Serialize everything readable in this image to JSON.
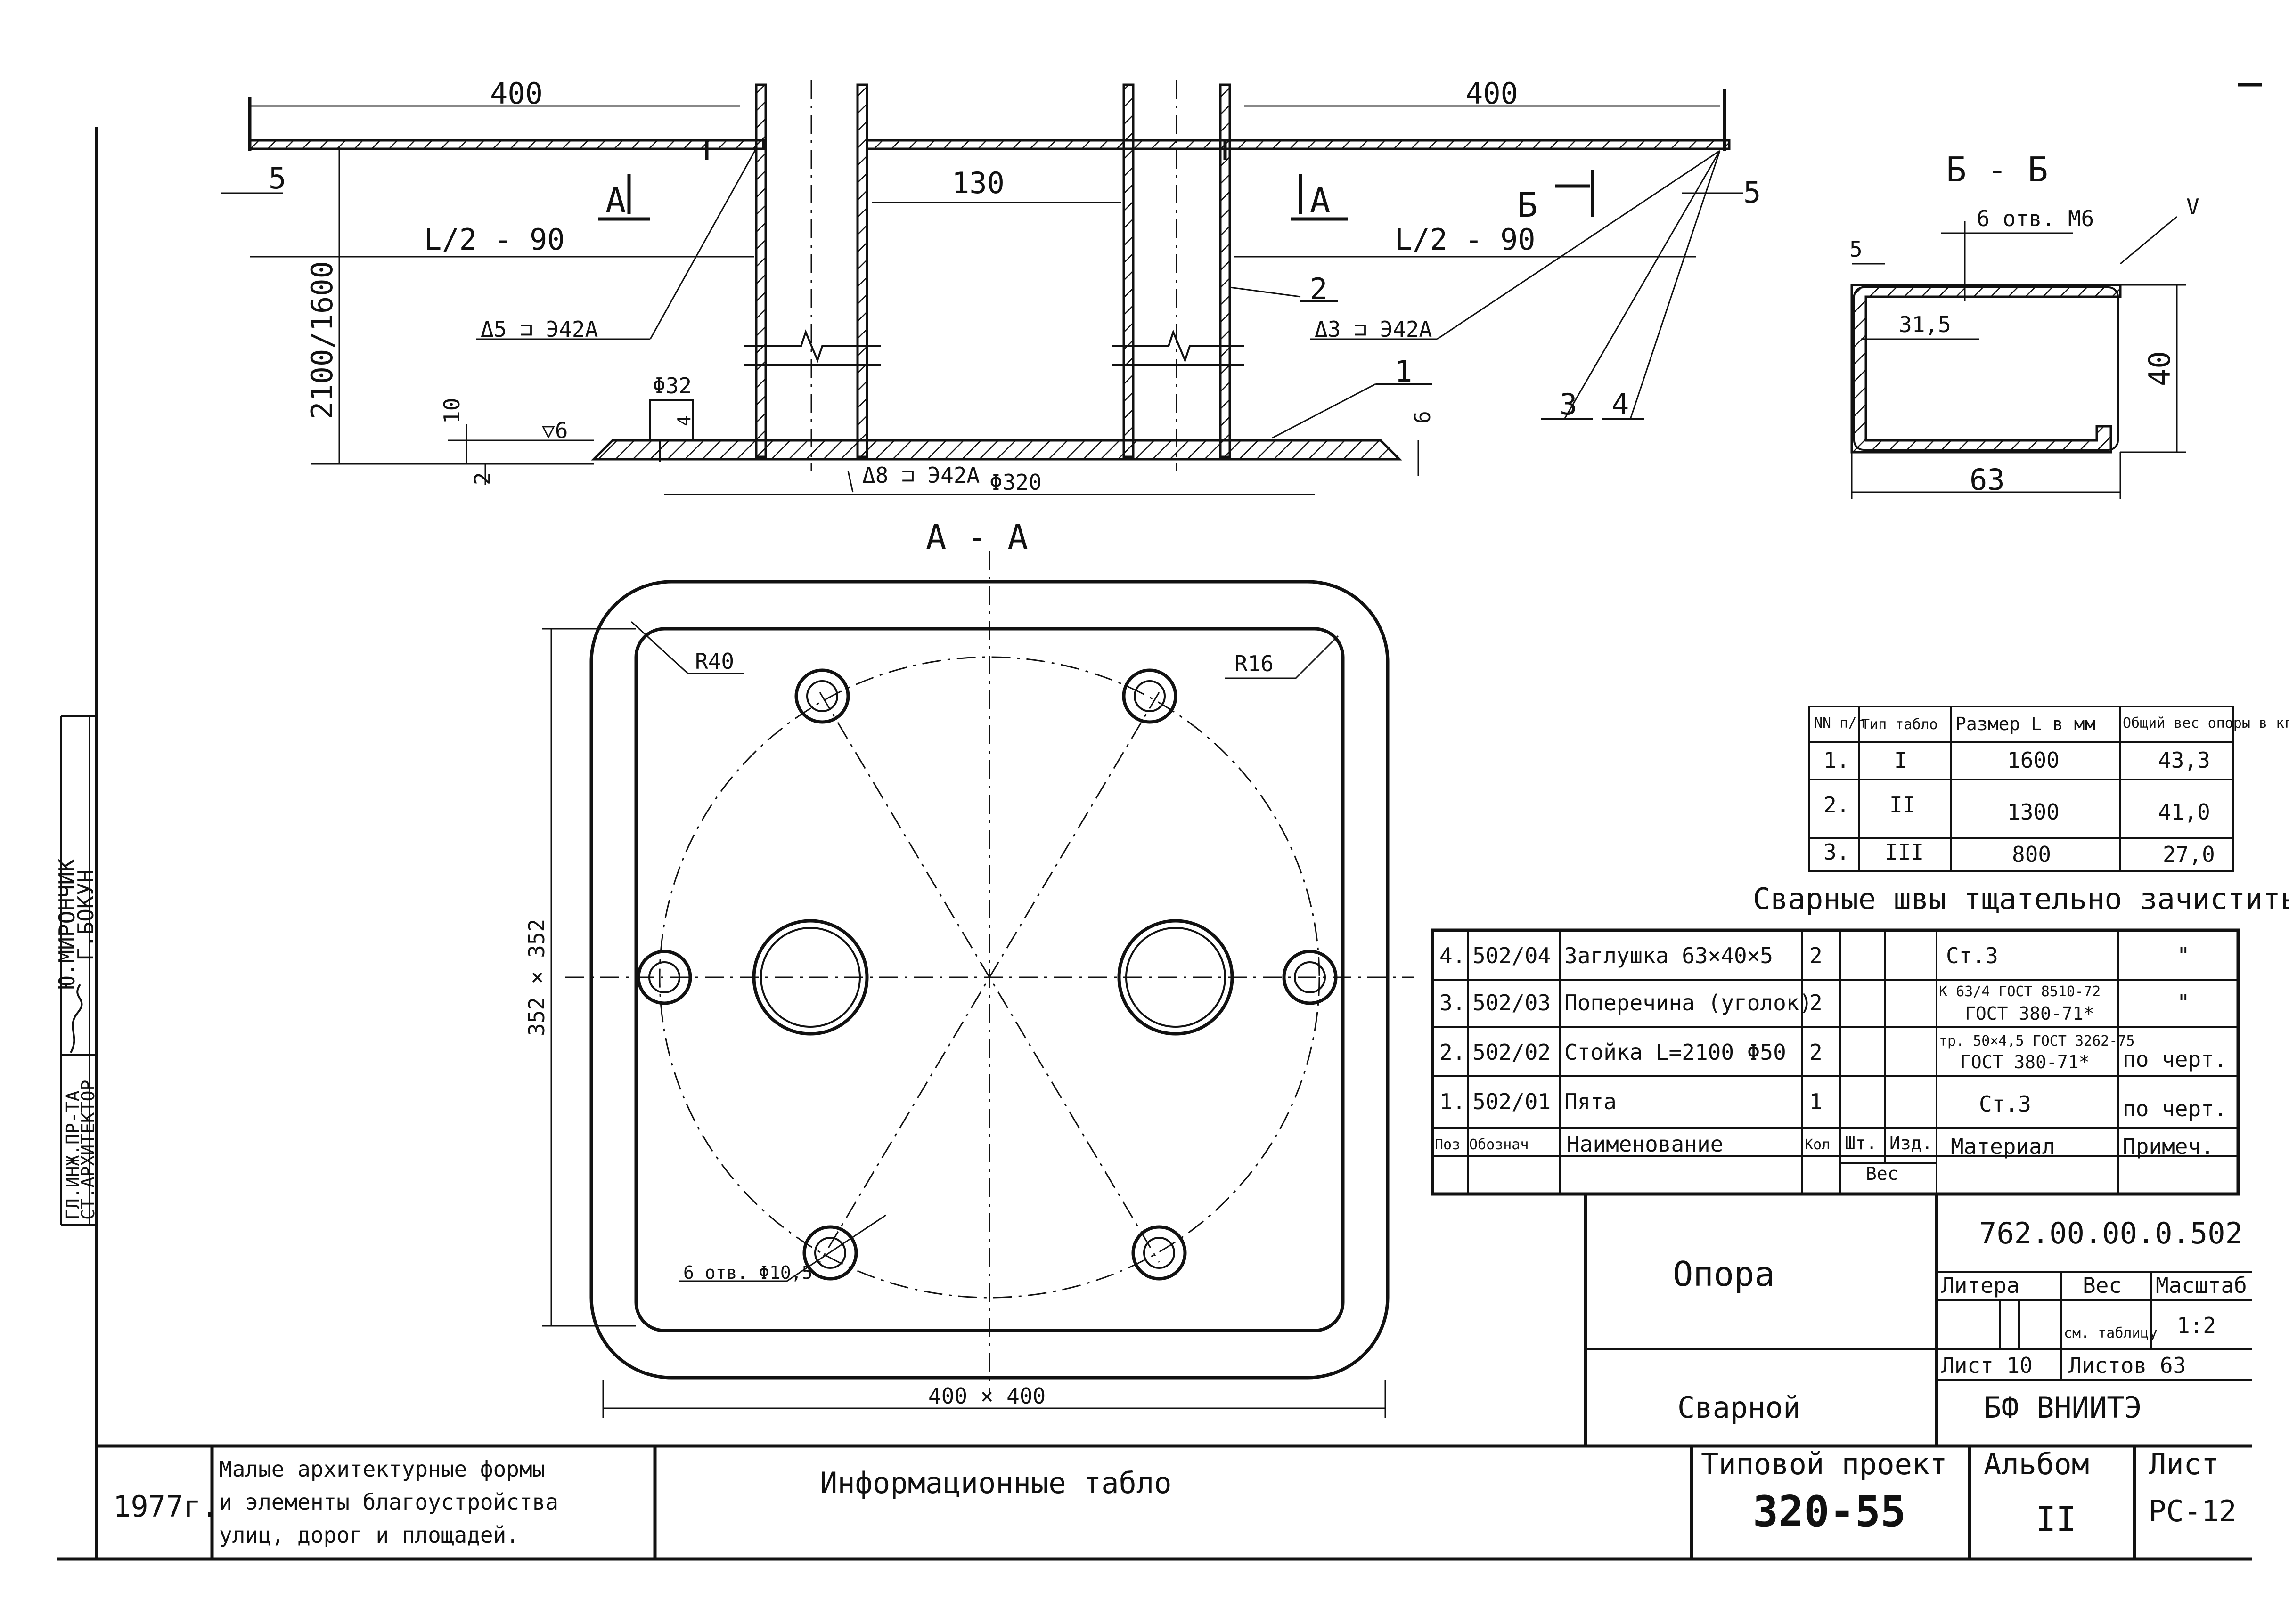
{
  "side_stamp": {
    "roles": [
      "ГЛ.ИНЖ.ПР-ТА",
      "СТ.АРХИТЕКТОР"
    ],
    "names": [
      "Ю.МИРОНЧИК",
      "Г.БОКУН"
    ]
  },
  "elevation": {
    "dims": {
      "left_400": "400",
      "right_400": "400",
      "left_5": "5",
      "right_5": "5",
      "mid_130": "130",
      "left_half": "L/2 - 90",
      "right_half": "L/2 - 90",
      "height": "2100/1600",
      "d32": "Φ32",
      "d320": "Φ320",
      "h10": "10",
      "h2": "2",
      "h4": "4",
      "h6": "6",
      "weld6": "▽6"
    },
    "welds": {
      "w5": "Δ5 ⊐ Э42А",
      "w3": "Δ3 ⊐ Э42А",
      "w8": "Δ8 ⊐ Э42А"
    },
    "callouts": [
      "1",
      "2",
      "3",
      "4"
    ],
    "section_marks": [
      "А",
      "А",
      "Б"
    ]
  },
  "section_bb": {
    "title": "Б - Б",
    "holes": "6 отв. М6",
    "w": "63",
    "h": "40",
    "d31": "31,5",
    "d5": "5",
    "v": "V"
  },
  "section_aa": {
    "title": "А - А",
    "r40": "R40",
    "r16": "R16",
    "holes": "6 отв. Φ10,5",
    "side": "352 × 352",
    "bottom": "400 × 400"
  },
  "variants_table": {
    "headers": [
      "NN п/п",
      "Тип табло",
      "Размер L в мм",
      "Общий вес опоры в кг"
    ],
    "rows": [
      [
        "1.",
        "I",
        "1600",
        "43,3"
      ],
      [
        "2.",
        "II",
        "1300",
        "41,0"
      ],
      [
        "3.",
        "III",
        "800",
        "27,0"
      ]
    ]
  },
  "note": "Сварные швы тщательно зачистить.",
  "spec_table": {
    "headers": [
      "Поз",
      "Обознач",
      "Наименование",
      "Кол",
      "Шт.",
      "Изд.",
      "Материал",
      "Примеч."
    ],
    "weight_header": "Вес",
    "rows": [
      {
        "pos": "4.",
        "code": "502/04",
        "name": "Заглушка 63×40×5",
        "qty": "2",
        "mat1": "Ст.3",
        "mat2": "",
        "note": "\""
      },
      {
        "pos": "3.",
        "code": "502/03",
        "name": "Поперечина (уголок)",
        "qty": "2",
        "mat1": "К 63/4 ГОСТ 8510-72",
        "mat2": "ГОСТ 380-71*",
        "note": "\""
      },
      {
        "pos": "2.",
        "code": "502/02",
        "name": "Стойка L=2100 Φ50",
        "qty": "2",
        "mat1": "тр. 50×4,5 ГОСТ 3262-75",
        "mat2": "ГОСТ 380-71*",
        "note": "по черт."
      },
      {
        "pos": "1.",
        "code": "502/01",
        "name": "Пята",
        "qty": "1",
        "mat1": "Ст.3",
        "mat2": "",
        "note": "по черт."
      }
    ]
  },
  "title_block": {
    "doc_code": "762.00.00.0.502",
    "name": "Опора",
    "subname": "Сварной",
    "litera": "Литера",
    "ves": "Вес",
    "ves_val": "см. таблицу",
    "masshtab": "Масштаб",
    "masshtab_val": "1:2",
    "list": "Лист 10",
    "listov": "Листов 63",
    "org": "БФ ВНИИТЭ"
  },
  "footer": {
    "year": "1977г.",
    "album_desc": [
      "Малые архитектурные формы",
      "и элементы благоустройства",
      "улиц, дорог и площадей."
    ],
    "subject": "Информационные табло",
    "project_label": "Типовой проект",
    "project_num": "320-55",
    "album_label": "Альбом",
    "album_num": "II",
    "sheet_label": "Лист",
    "sheet_num": "РС-12"
  }
}
